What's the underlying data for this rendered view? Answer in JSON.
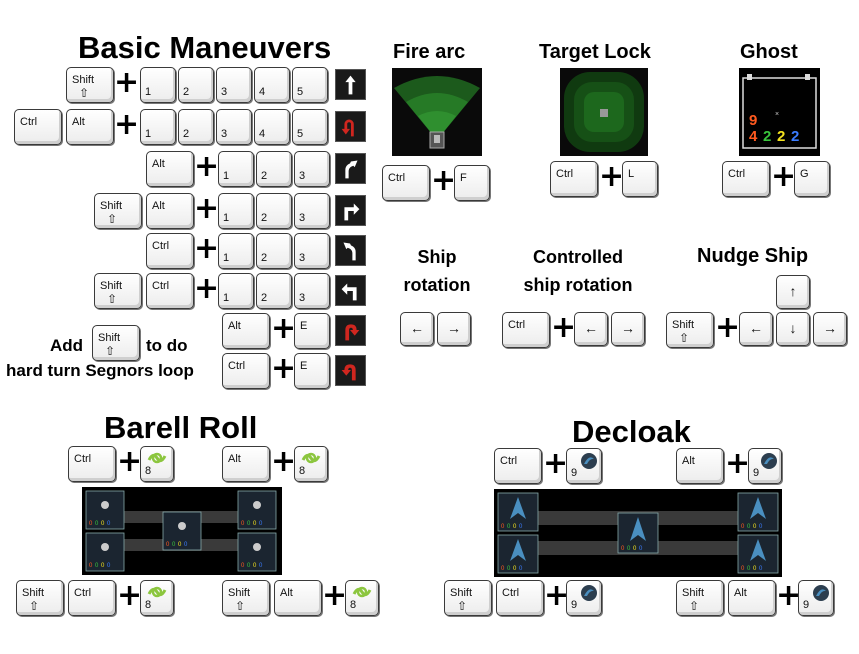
{
  "titles": {
    "basic_maneuvers": "Basic Maneuvers",
    "fire_arc": "Fire arc",
    "target_lock": "Target Lock",
    "ghost": "Ghost",
    "ship_rotation": [
      "Ship",
      "rotation"
    ],
    "controlled_rotation": [
      "Controlled",
      "ship rotation"
    ],
    "nudge_ship": "Nudge Ship",
    "barell_roll": "Barell Roll",
    "decloak": "Decloak"
  },
  "keys": {
    "shift": "Shift",
    "shift_symbol": "⇧",
    "ctrl": "Ctrl",
    "alt": "Alt",
    "plus": "+",
    "n1": "1",
    "n2": "2",
    "n3": "3",
    "n4": "4",
    "n5": "5",
    "e": "E",
    "f": "F",
    "l": "L",
    "g": "G",
    "n8": "8",
    "n9": "9",
    "left": "←",
    "right": "→",
    "up": "↑",
    "down": "↓"
  },
  "note": {
    "line1_a": "Add",
    "line1_b": "to do",
    "line2": "hard turn Segnors loop"
  },
  "ghost_panel": {
    "top_value": "9",
    "values": [
      "4",
      "2",
      "2",
      "2"
    ],
    "colors": [
      "#ff5a1f",
      "#39c43c",
      "#f4e21f",
      "#3b7cff"
    ]
  },
  "icons": {
    "straight": "straight-arrow-icon",
    "koiogran": "k-turn-icon",
    "bank": "bank-arrow-icon",
    "turn": "turn-arrow-icon",
    "bank_left": "bank-left-arrow-icon",
    "turn_left": "turn-left-arrow-icon",
    "tallon_right": "tallon-roll-right-icon",
    "tallon_left": "tallon-roll-left-icon",
    "barrel_roll": "barrel-roll-icon",
    "cloak": "cloak-icon"
  },
  "accent": {
    "maneuver_red": "#d0261f",
    "roll_green": "#8cc63f",
    "cloak_blue": "#4a8fc0"
  }
}
